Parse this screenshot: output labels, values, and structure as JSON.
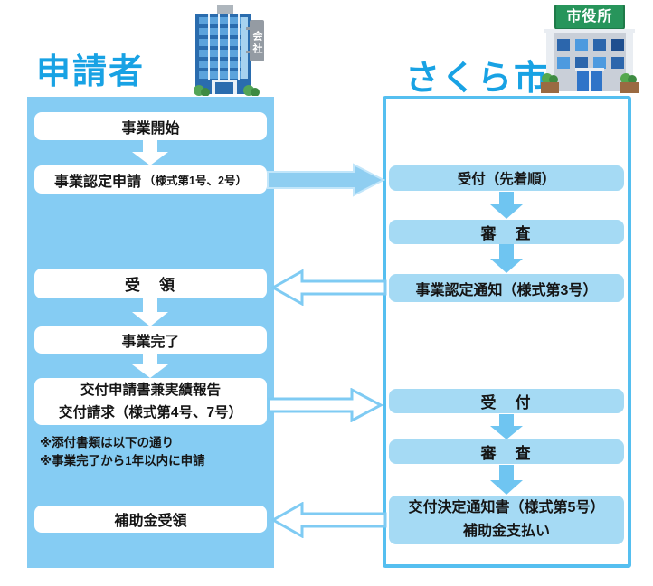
{
  "left": {
    "title": "申請者",
    "building_sign": "会社",
    "steps": {
      "start": "事業開始",
      "nintei_main": "事業認定申請",
      "nintei_sub": "（様式第1号、2号）",
      "juryo": "受　領",
      "kanryo": "事業完了",
      "kofu_line1": "交付申請書兼実績報告",
      "kofu_line2": "交付請求（様式第4号、7号）",
      "hojokin": "補助金受領"
    },
    "notes": [
      "※添付書類は以下の通り",
      "※事業完了から1年以内に申請"
    ]
  },
  "right": {
    "title": "さくら市",
    "building_sign": "市役所",
    "steps": {
      "uketsuke_senchaku": "受付（先着順）",
      "shinsa_1": "審　査",
      "nintei_tsuchi": "事業認定通知（様式第3号）",
      "uketsuke": "受　付",
      "shinsa_2": "審　査",
      "kettei_line1": "交付決定通知書（様式第5号）",
      "kettei_line2": "補助金支払い"
    }
  },
  "colors": {
    "title_blue": "#18A2E4",
    "left_panel_blue": "#85CCF3",
    "right_border_blue": "#55BFF0",
    "right_box_blue": "#A5DAF4",
    "down_arrow_blue": "#6FC5F1",
    "filled_arrow_blue": "#8FCEF1",
    "hollow_arrow_stroke": "#7FCBF3",
    "text_dark": "#151515",
    "sign_green": "#27955B",
    "sign_gray": "#949BA3"
  }
}
